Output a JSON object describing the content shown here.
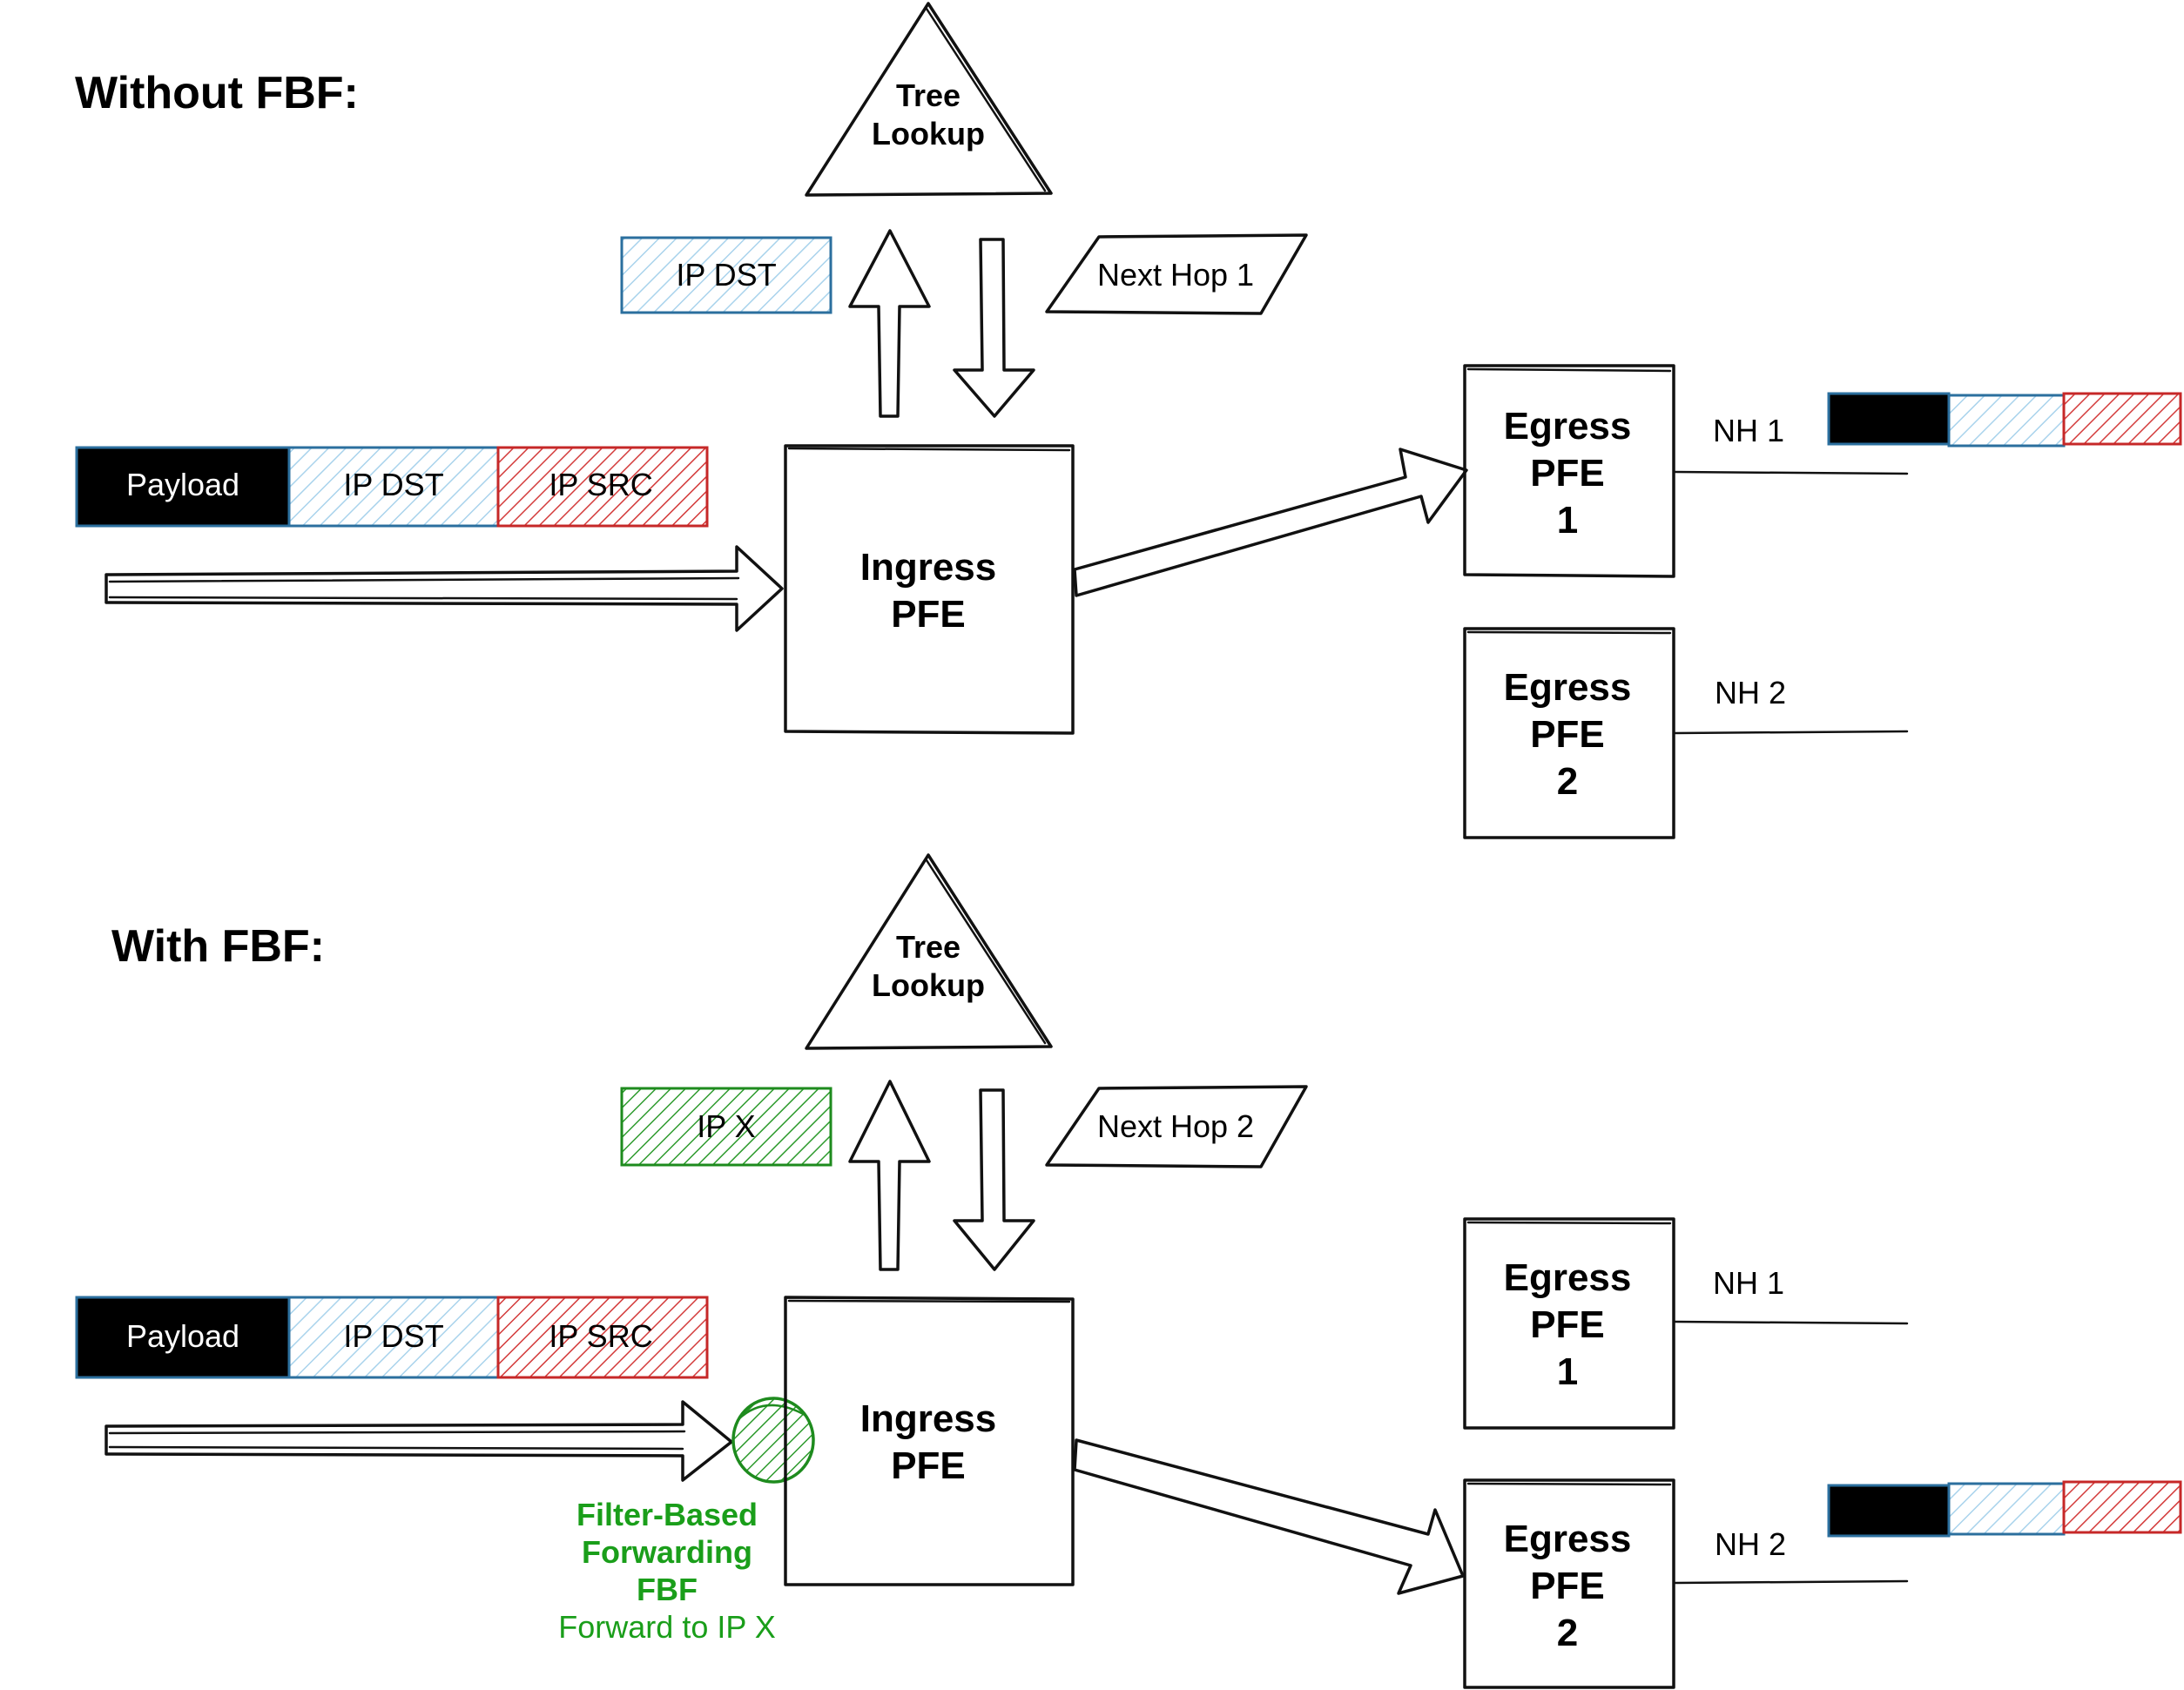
{
  "sections": {
    "without": {
      "title": "Without FBF:"
    },
    "with": {
      "title": "With FBF:"
    }
  },
  "tree_lookup": [
    "Tree",
    "Lookup"
  ],
  "ingress": [
    "Ingress",
    "PFE"
  ],
  "egress1": [
    "Egress",
    "PFE",
    "1"
  ],
  "egress2": [
    "Egress",
    "PFE",
    "2"
  ],
  "packet": {
    "payload": "Payload",
    "ip_dst": "IP DST",
    "ip_src": "IP SRC"
  },
  "lookup_key": {
    "without": "IP DST",
    "with": "IP X"
  },
  "lookup_result": {
    "without": "Next Hop 1",
    "with": "Next Hop 2"
  },
  "next_hops": {
    "nh1": "NH 1",
    "nh2": "NH 2"
  },
  "fbf_note": {
    "line1": "Filter-Based",
    "line2": "Forwarding",
    "line3": "FBF",
    "line4": "Forward to IP X"
  },
  "colors": {
    "payload": "#000000",
    "ip_dst": "#2b6f9e",
    "ip_dst_hatch": "#a9d3ec",
    "ip_src": "#c62828",
    "ip_x": "#1e8b1e",
    "fbf_text": "#1a9e1a"
  }
}
